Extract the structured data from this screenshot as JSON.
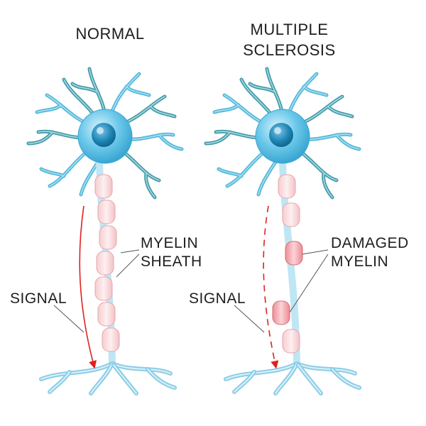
{
  "headings": {
    "normal": "NORMAL",
    "ms_line1": "MULTIPLE",
    "ms_line2": "SCLEROSIS"
  },
  "labels": {
    "myelin_line1": "MYELIN",
    "myelin_line2": "SHEATH",
    "signal_left": "SIGNAL",
    "signal_right": "SIGNAL",
    "damaged_line1": "DAMAGED",
    "damaged_line2": "MYELIN"
  },
  "colors": {
    "soma": "#5cc0e6",
    "nucleus": "#1d86b5",
    "dendrite": "#3fb0d6",
    "dendrite_dark": "#2f8f9c",
    "axon": "#bfe6f5",
    "myelin_fill": "#fbe1e3",
    "myelin_edge": "#e8a5ab",
    "damaged_fill": "#f4a5ac",
    "signal": "#e02020",
    "text": "#1e1e1e"
  }
}
